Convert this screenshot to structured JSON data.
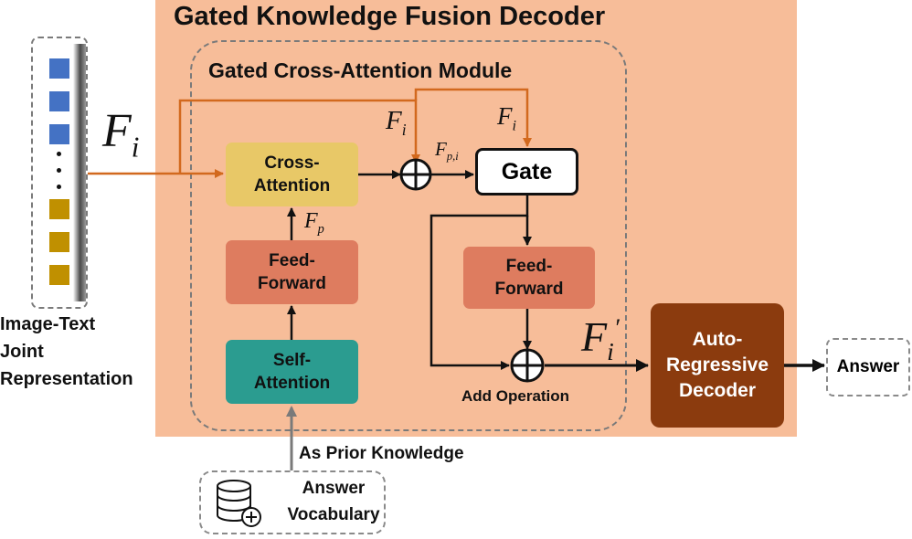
{
  "title": "Gated Knowledge Fusion Decoder",
  "module_title": "Gated Cross-Attention Module",
  "blocks": {
    "cross_attention": [
      "Cross-",
      "Attention"
    ],
    "feed_forward_left": [
      "Feed-",
      "Forward"
    ],
    "self_attention": [
      "Self-",
      "Attention"
    ],
    "gate": "Gate",
    "feed_forward_right": [
      "Feed-",
      "Forward"
    ],
    "decoder": [
      "Auto-",
      "Regressive",
      "Decoder"
    ]
  },
  "input_label": [
    "Image-Text",
    "Joint",
    "Representation"
  ],
  "output_label": "Answer",
  "vocab_label": [
    "Answer",
    "Vocabulary"
  ],
  "prior_label": "As Prior Knowledge",
  "add_op_label": "Add Operation",
  "symbols": {
    "f_main": "F",
    "f_main_sub": "i",
    "f_top1": "F",
    "f_top1_sub": "i",
    "f_top2": "F",
    "f_top2_sub": "i",
    "f_pi": "F",
    "f_pi_sub": "p,i",
    "f_p": "F",
    "f_p_sub": "p",
    "f_out": "F",
    "f_out_sub": "i",
    "f_out_sup": "′"
  },
  "tokens": {
    "blue_count": 3,
    "gold_count": 3
  },
  "colors": {
    "panel": "#F7BD99",
    "cross_attention": "#E8C867",
    "feed_forward": "#DE7C5F",
    "self_attention": "#2B9C90",
    "decoder": "#8B3B0E",
    "input_arrow": "#D2691E",
    "token_blue": "#4472C4",
    "token_gold": "#C09000"
  },
  "icons": [
    "database-add-icon",
    "plus-circle-icon"
  ]
}
